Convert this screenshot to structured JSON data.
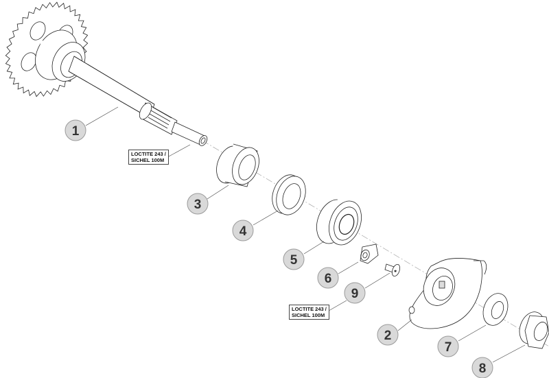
{
  "diagram": {
    "type": "exploded-parts-view",
    "colors": {
      "line": "#222222",
      "axis": "#999999",
      "callout_fill": "#d9d9d9",
      "callout_stroke": "#9a9a9a",
      "callout_text": "#333333"
    },
    "parts": [
      {
        "callout": "1",
        "name": "shaft-with-gear"
      },
      {
        "callout": "2",
        "name": "crank-lever"
      },
      {
        "callout": "3",
        "name": "bushing"
      },
      {
        "callout": "4",
        "name": "seal-ring"
      },
      {
        "callout": "5",
        "name": "ball-bearing"
      },
      {
        "callout": "6",
        "name": "retaining-plate"
      },
      {
        "callout": "7",
        "name": "washer"
      },
      {
        "callout": "8",
        "name": "flange-nut"
      },
      {
        "callout": "9",
        "name": "countersunk-screw"
      }
    ],
    "notes": [
      {
        "line1": "LOCTITE 243 /",
        "line2": "SICHEL 100M",
        "refers_to": "1"
      },
      {
        "line1": "LOCTITE 243 /",
        "line2": "SICHEL 100M",
        "refers_to": "9"
      }
    ]
  }
}
